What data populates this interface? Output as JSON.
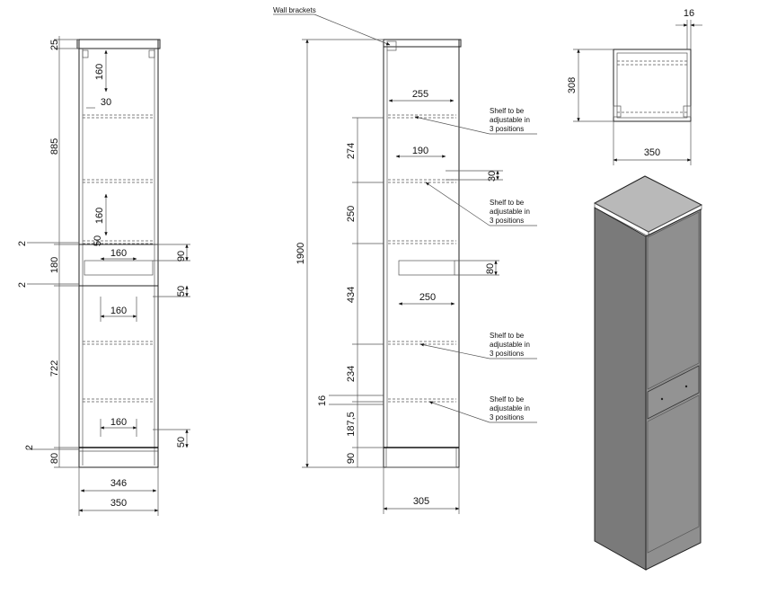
{
  "front_view": {
    "dims": {
      "top": "25",
      "upper_height": "885",
      "upper_gap": "160",
      "bracket": "30",
      "shelf_gap": "160",
      "gap_small_1": "2",
      "drawer_offset": "50",
      "drawer_width": "160",
      "drawer_height": "90",
      "middle": "180",
      "gap_small_2": "2",
      "lower_gap": "50",
      "lower_width": "160",
      "lower": "722",
      "bottom_width": "160",
      "bottom_gap": "50",
      "gap_small_3": "2",
      "base": "80",
      "inner_width": "346",
      "outer_width": "350"
    }
  },
  "side_view": {
    "label": "Wall brackets",
    "dims": {
      "total": "1900",
      "top_width": "255",
      "s1": "274",
      "mid_width": "190",
      "mid_gap": "30",
      "s2": "250",
      "s3": "434",
      "drawer_h": "80",
      "drawer_w": "250",
      "s4": "234",
      "s5": "16",
      "s6": "187,5",
      "s7": "90",
      "depth": "305"
    },
    "notes": [
      [
        "Shelf to be",
        "adjustable in",
        "3 positions"
      ],
      [
        "Shelf to be",
        "adjustable in",
        "3 positions"
      ],
      [
        "Shelf to be",
        "adjustable in",
        "3 positions"
      ],
      [
        "Shelf to be",
        "adjustable in",
        "3 positions"
      ]
    ]
  },
  "top_view": {
    "dims": {
      "thickness": "16",
      "depth": "308",
      "width": "350"
    }
  },
  "colors": {
    "cabinet_front": "#8f8f8f",
    "cabinet_side": "#7a7a7a",
    "cabinet_top": "#b9b9b9"
  }
}
